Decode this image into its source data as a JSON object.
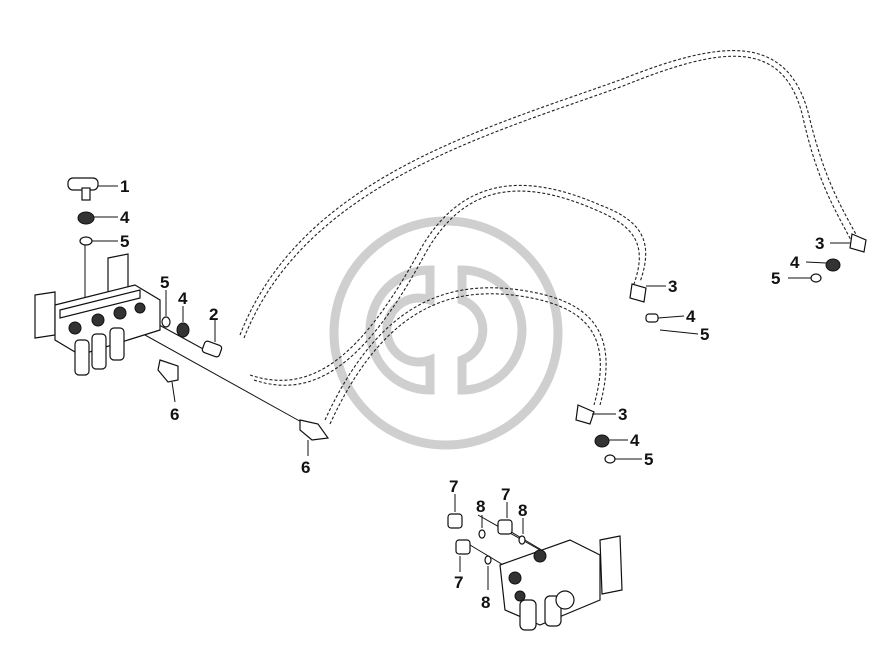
{
  "callouts": {
    "c1": "1",
    "c2": "2",
    "c3a": "3",
    "c3b": "3",
    "c3c": "3",
    "c4a": "4",
    "c4b": "4",
    "c4c": "4",
    "c4d": "4",
    "c4e": "4",
    "c5a": "5",
    "c5b": "5",
    "c5c": "5",
    "c5d": "5",
    "c5e": "5",
    "c6a": "6",
    "c6b": "6",
    "c7a": "7",
    "c7b": "7",
    "c7c": "7",
    "c8a": "8",
    "c8b": "8",
    "c8c": "8"
  },
  "watermark": {
    "name": "brand-logo-watermark",
    "color": "#cfcfcf"
  },
  "colors": {
    "line": "#111111",
    "background": "#ffffff"
  }
}
